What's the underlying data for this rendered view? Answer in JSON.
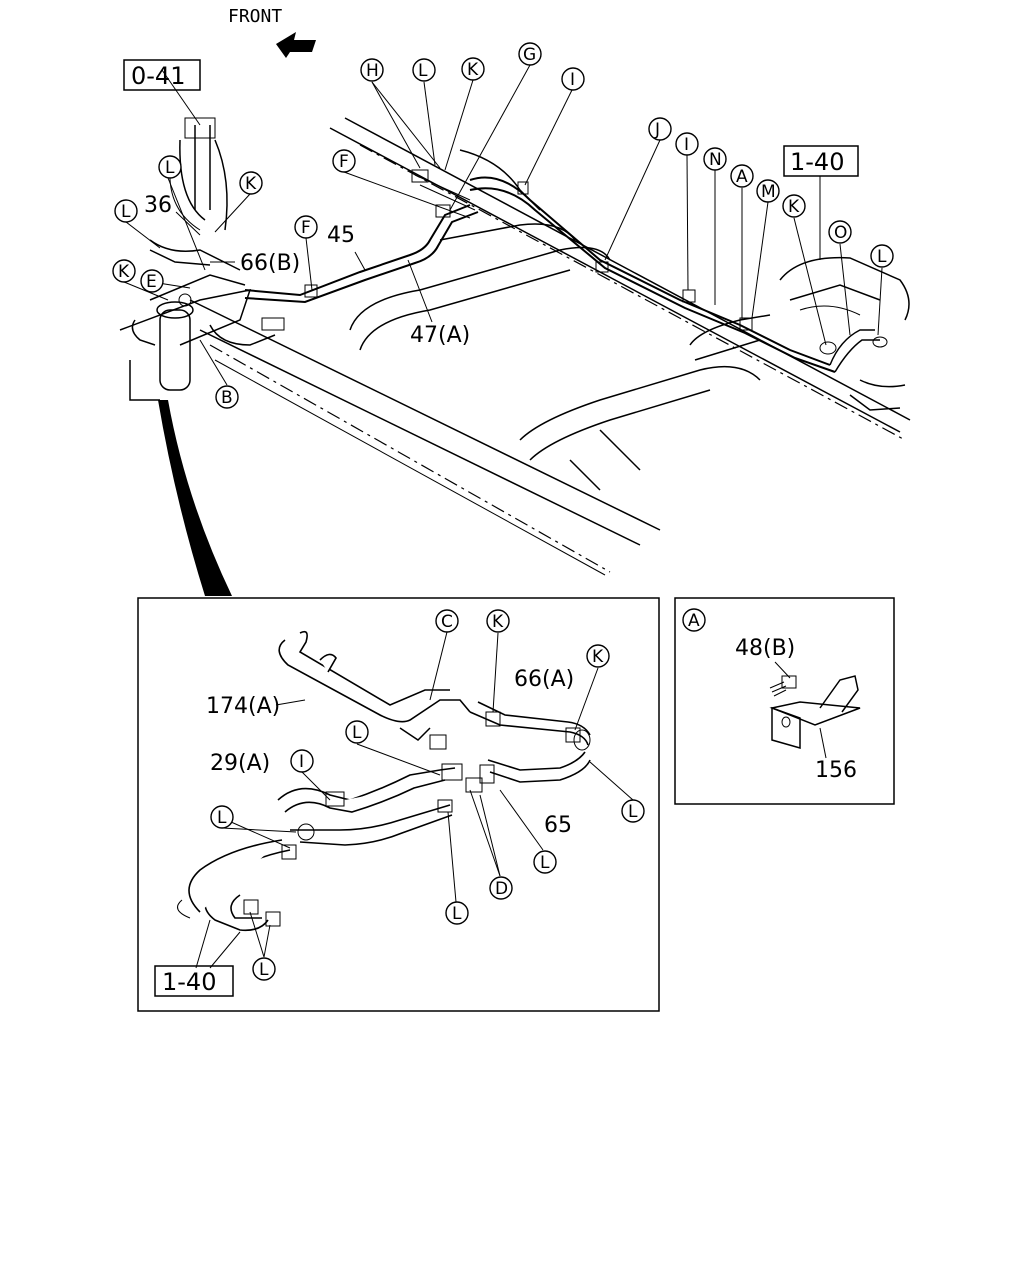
{
  "header": {
    "direction_label": "FRONT"
  },
  "references": {
    "upper_left": "0-41",
    "upper_right": "1-40",
    "inset_left": "1-40"
  },
  "part_numbers": {
    "p36": "36",
    "p45": "45",
    "p66b": "66(B)",
    "p47a": "47(A)",
    "p174a": "174(A)",
    "p29a": "29(A)",
    "p66a": "66(A)",
    "p65": "65",
    "p48b": "48(B)",
    "p156": "156"
  },
  "callouts": {
    "H": "H",
    "L": "L",
    "K": "K",
    "G": "G",
    "I": "I",
    "J": "J",
    "N": "N",
    "A": "A",
    "M": "M",
    "O": "O",
    "F": "F",
    "E": "E",
    "B": "B",
    "C": "C",
    "D": "D"
  },
  "detail_box": {
    "label": "A"
  },
  "icons": [
    "front-arrow-icon"
  ]
}
